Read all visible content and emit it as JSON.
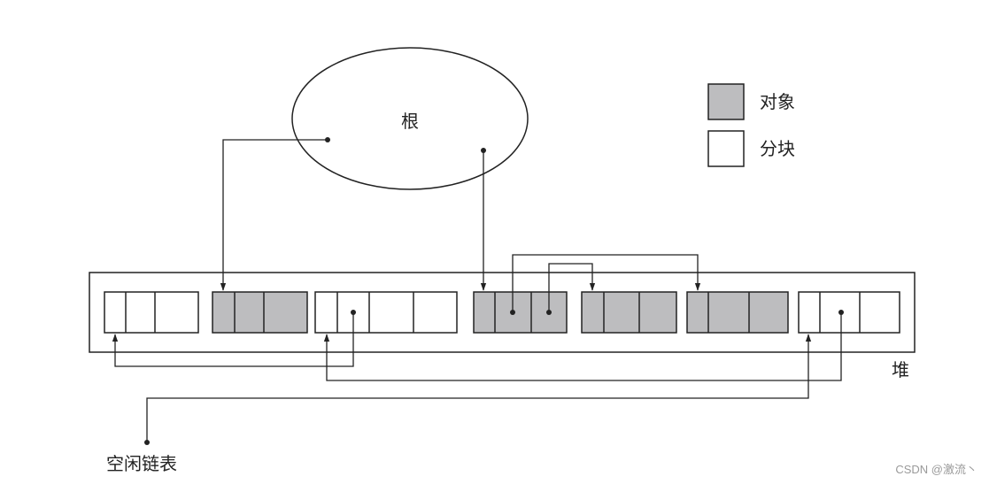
{
  "root_label": "根",
  "legend": {
    "object_label": "对象",
    "block_label": "分块"
  },
  "heap_label": "堆",
  "free_list_label": "空闲链表",
  "watermark": "CSDN @激流丶",
  "colors": {
    "object_fill": "#bdbdbf",
    "block_fill": "#ffffff",
    "stroke": "#222222"
  }
}
